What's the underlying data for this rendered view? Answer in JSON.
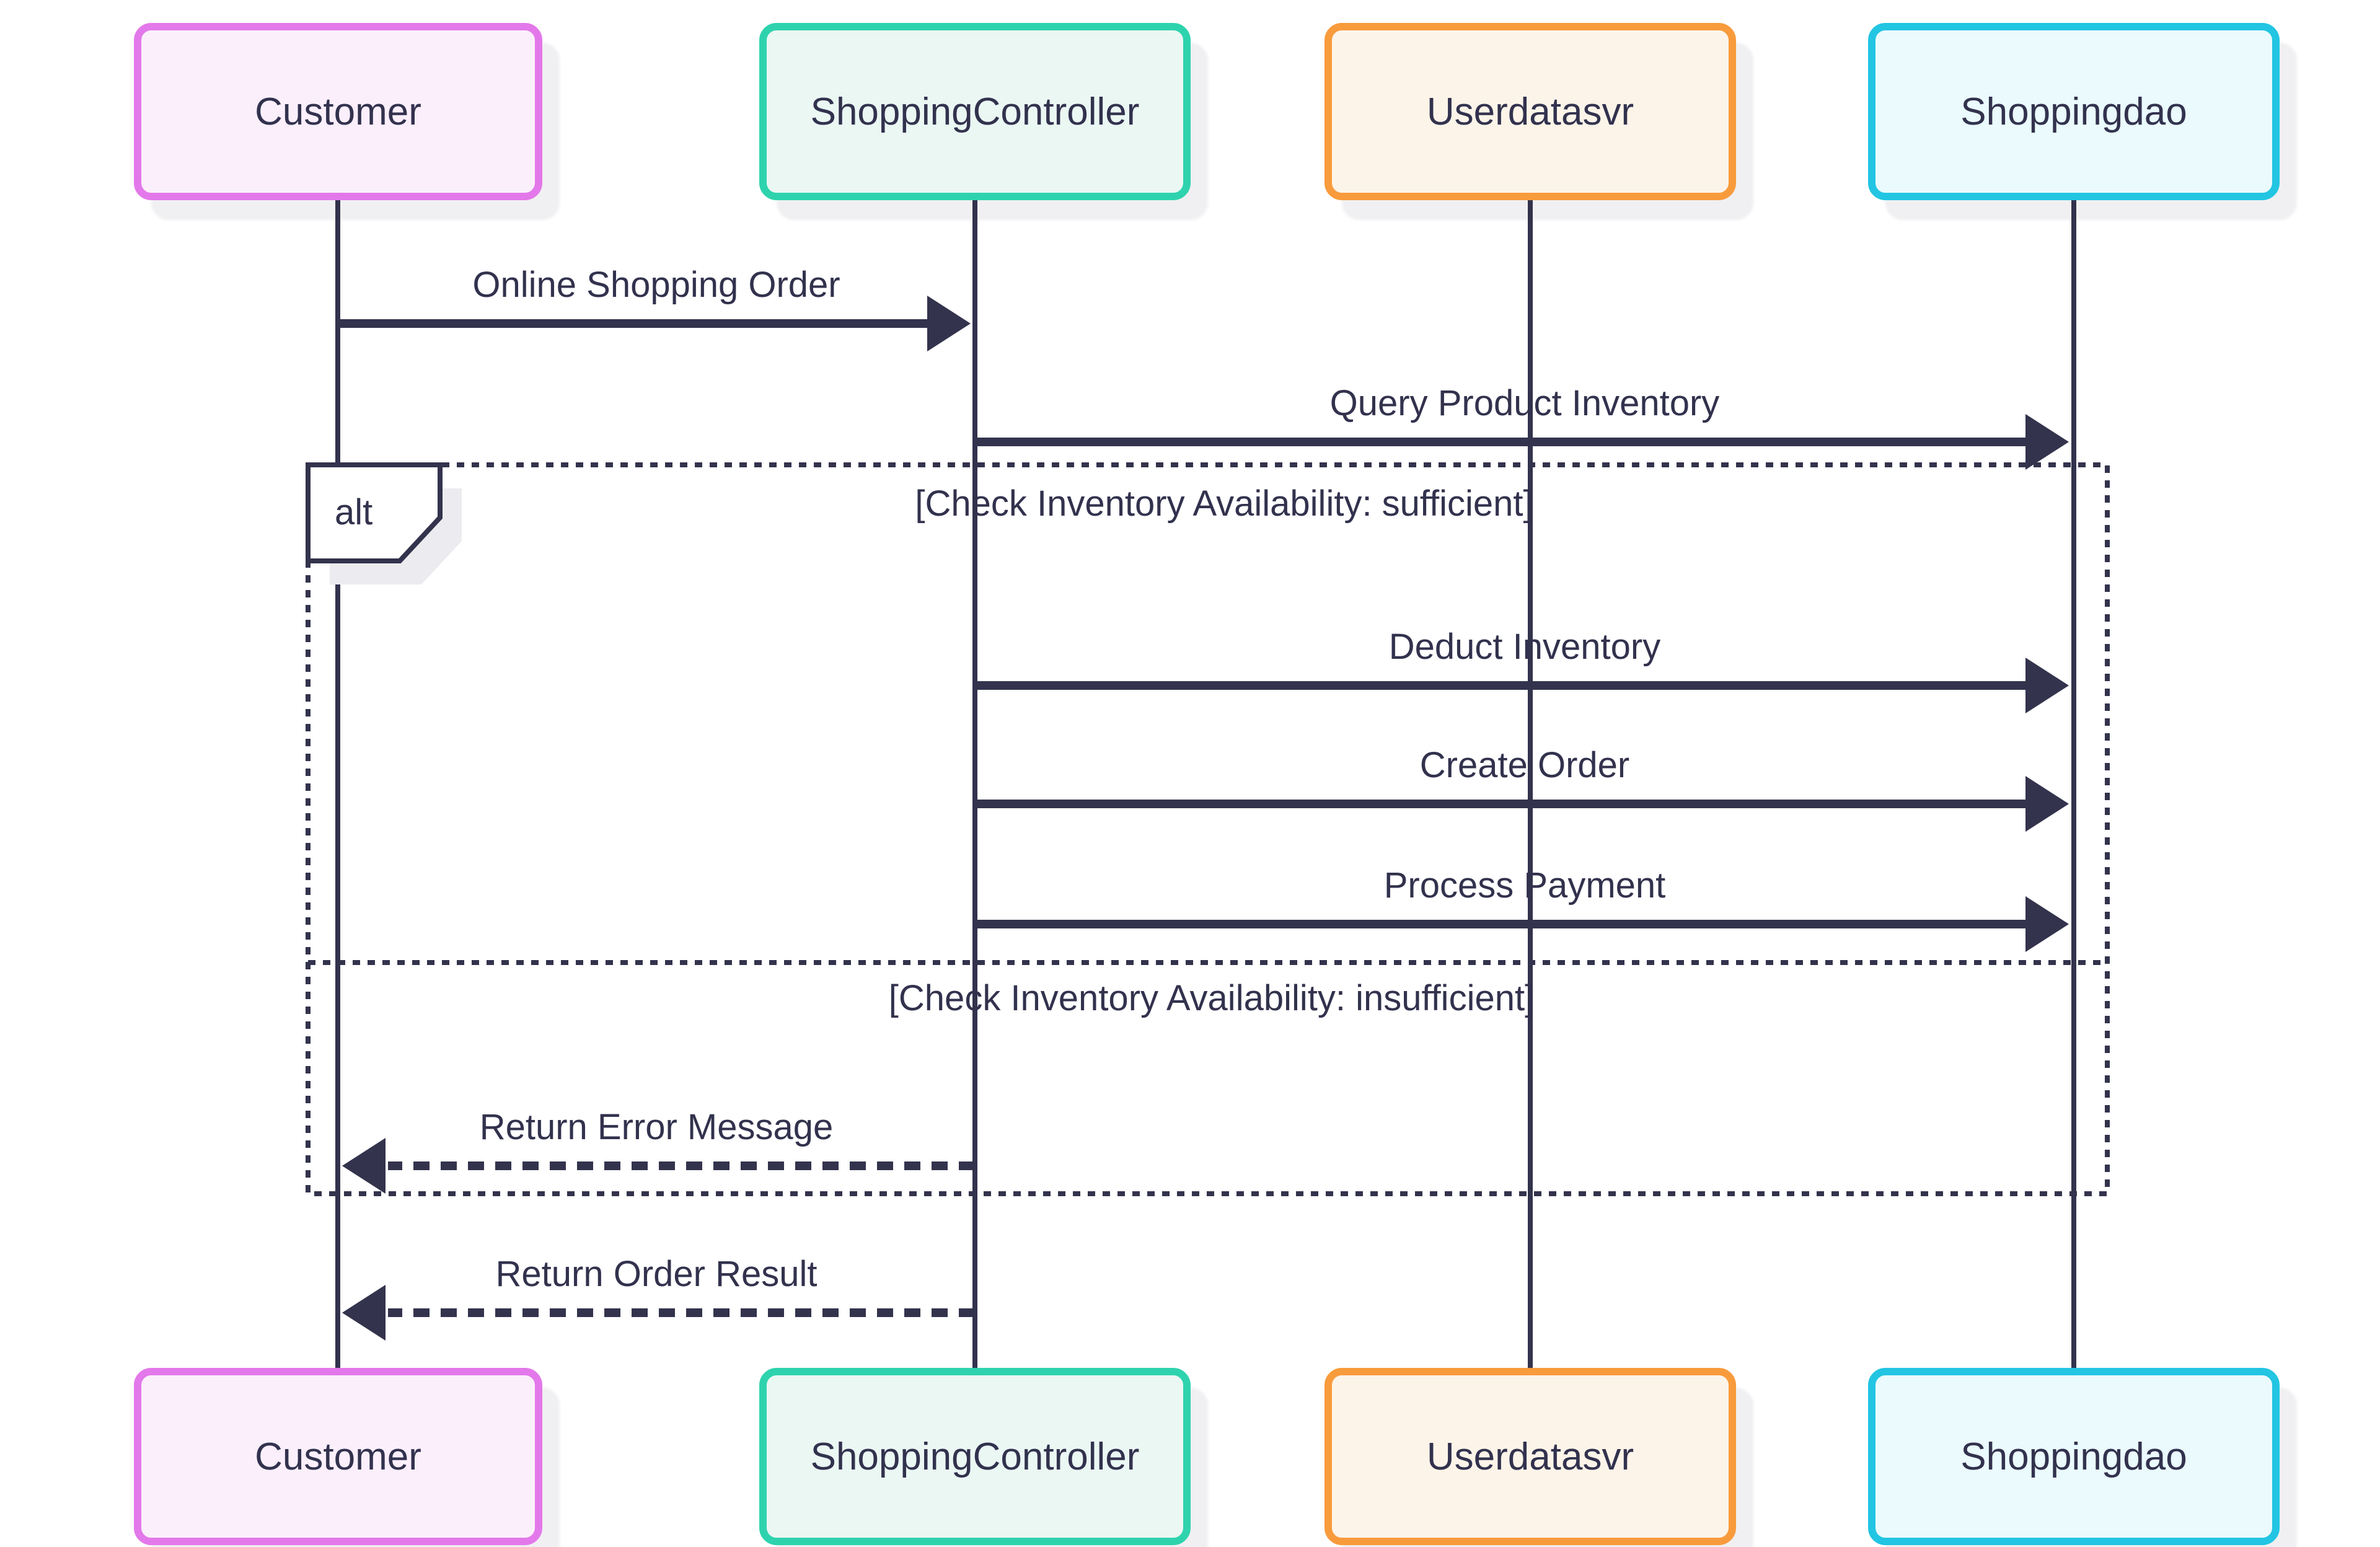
{
  "diagram": {
    "type": "sequence-diagram",
    "actors": [
      {
        "id": "customer",
        "name": "Customer",
        "border_color": "#e378ea",
        "fill_color": "#fbeffc"
      },
      {
        "id": "shoppingcontroller",
        "name": "ShoppingController",
        "border_color": "#2ed3ae",
        "fill_color": "#eaf7f3"
      },
      {
        "id": "userdatasvr",
        "name": "Userdatasvr",
        "border_color": "#f89b3c",
        "fill_color": "#fdf4e9"
      },
      {
        "id": "shoppingdao",
        "name": "Shoppingdao",
        "border_color": "#22c5e2",
        "fill_color": "#eafafd"
      }
    ],
    "messages": [
      {
        "label": "Online Shopping Order",
        "from": "Customer",
        "to": "ShoppingController",
        "line": "solid",
        "direction": "right"
      },
      {
        "label": "Query Product Inventory",
        "from": "ShoppingController",
        "to": "Shoppingdao",
        "line": "solid",
        "direction": "right"
      },
      {
        "label": "Deduct Inventory",
        "from": "ShoppingController",
        "to": "Shoppingdao",
        "line": "solid",
        "direction": "right"
      },
      {
        "label": "Create Order",
        "from": "ShoppingController",
        "to": "Shoppingdao",
        "line": "solid",
        "direction": "right"
      },
      {
        "label": "Process Payment",
        "from": "ShoppingController",
        "to": "Shoppingdao",
        "line": "solid",
        "direction": "right"
      },
      {
        "label": "Return Error Message",
        "from": "ShoppingController",
        "to": "Customer",
        "line": "dashed",
        "direction": "left"
      },
      {
        "label": "Return Order Result",
        "from": "ShoppingController",
        "to": "Customer",
        "line": "dashed",
        "direction": "left"
      }
    ],
    "fragment": {
      "operator": "alt",
      "guards": [
        "[Check Inventory Availability: sufficient]",
        "[Check Inventory Availability: insufficient]"
      ]
    },
    "colors": {
      "line": "#33334d",
      "text": "#32324e",
      "background": "#ffffff",
      "fragment_label_fill": "#ffffff"
    }
  }
}
